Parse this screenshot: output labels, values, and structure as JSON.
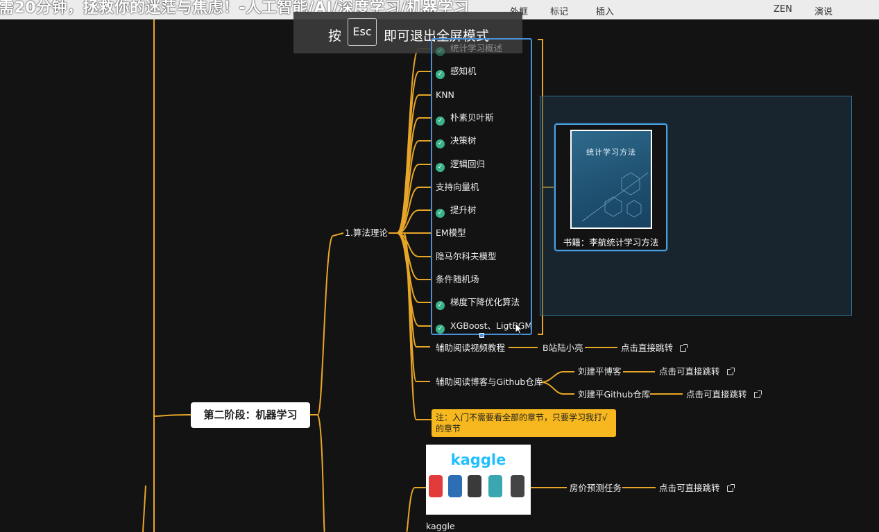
{
  "window": {
    "title": "需20分钟，拯救你的迷茫与焦虑！-人工智能/AI/深度学习/机器学习"
  },
  "toolbar": {
    "items": [
      "外框",
      "标记",
      "插入",
      "ZEN",
      "演说"
    ]
  },
  "fullscreen_hint": {
    "prefix": "按",
    "key": "Esc",
    "suffix": "即可退出全屏模式"
  },
  "mindmap": {
    "stage_node": "第二阶段：机器学习",
    "branch_label": "1.算法理论",
    "topics": [
      {
        "label": "统计学习概述",
        "checked": true
      },
      {
        "label": "感知机",
        "checked": true
      },
      {
        "label": "KNN",
        "checked": false
      },
      {
        "label": "朴素贝叶斯",
        "checked": true
      },
      {
        "label": "决策树",
        "checked": true
      },
      {
        "label": "逻辑回归",
        "checked": true
      },
      {
        "label": "支持向量机",
        "checked": false
      },
      {
        "label": "提升树",
        "checked": true
      },
      {
        "label": "EM模型",
        "checked": false
      },
      {
        "label": "隐马尔科夫模型",
        "checked": false
      },
      {
        "label": "条件随机场",
        "checked": false
      },
      {
        "label": "梯度下降优化算法",
        "checked": true
      },
      {
        "label": "XGBoost、LigtBGM",
        "checked": true
      }
    ],
    "book": {
      "cover_title": "统计学习方法",
      "caption": "书籍：李航统计学习方法"
    },
    "video_tutorial": {
      "label": "辅助阅读视频教程",
      "source": "B站陆小亮",
      "link": "点击直接跳转"
    },
    "blog_repo": {
      "label": "辅助阅读博客与Github仓库",
      "items": [
        {
          "label": "刘建平博客",
          "link": "点击可直接跳转"
        },
        {
          "label": "刘建平Github仓库",
          "link": "点击可直接跳转"
        }
      ]
    },
    "note": "注：入门不需要看全部的章节，只要学习我打√的章节",
    "kaggle": {
      "logo_text": "kaggle",
      "caption": "kaggle",
      "task": "房价预测任务",
      "link": "点击可直接跳转"
    }
  },
  "colors": {
    "branch": "#e8a628",
    "selection": "#4a90d8",
    "check": "#3bb38a",
    "note": "#f6b81e"
  }
}
